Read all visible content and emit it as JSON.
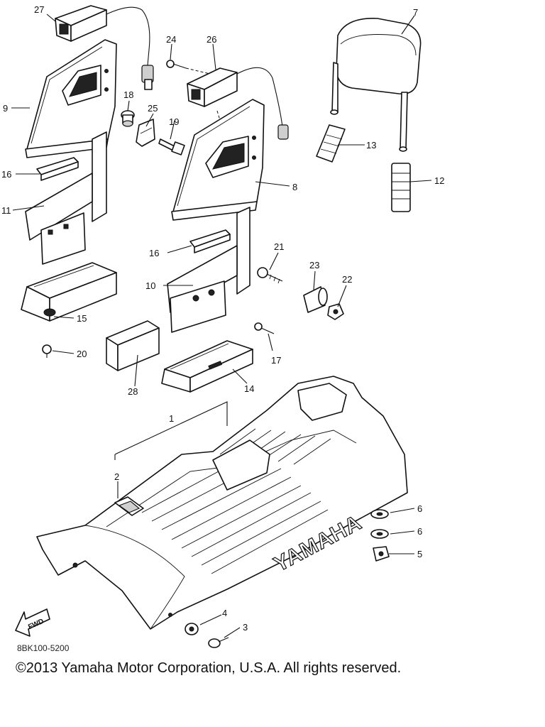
{
  "diagram": {
    "code": "8BK100-5200",
    "copyright": "©2013 Yamaha Motor Corporation, U.S.A. All rights reserved.",
    "seat_brand": "YAMAHA",
    "fwd_arrow_text": "FWD",
    "callouts": {
      "c1": "1",
      "c2": "2",
      "c3": "3",
      "c4": "4",
      "c5": "5",
      "c6a": "6",
      "c6b": "6",
      "c7": "7",
      "c8": "8",
      "c9": "9",
      "c10": "10",
      "c11": "11",
      "c12": "12",
      "c13": "13",
      "c14": "14",
      "c15": "15",
      "c16a": "16",
      "c16b": "16",
      "c17": "17",
      "c18": "18",
      "c19": "19",
      "c20": "20",
      "c21": "21",
      "c22": "22",
      "c23": "23",
      "c24": "24",
      "c25": "25",
      "c26": "26",
      "c27": "27",
      "c28": "28"
    }
  }
}
